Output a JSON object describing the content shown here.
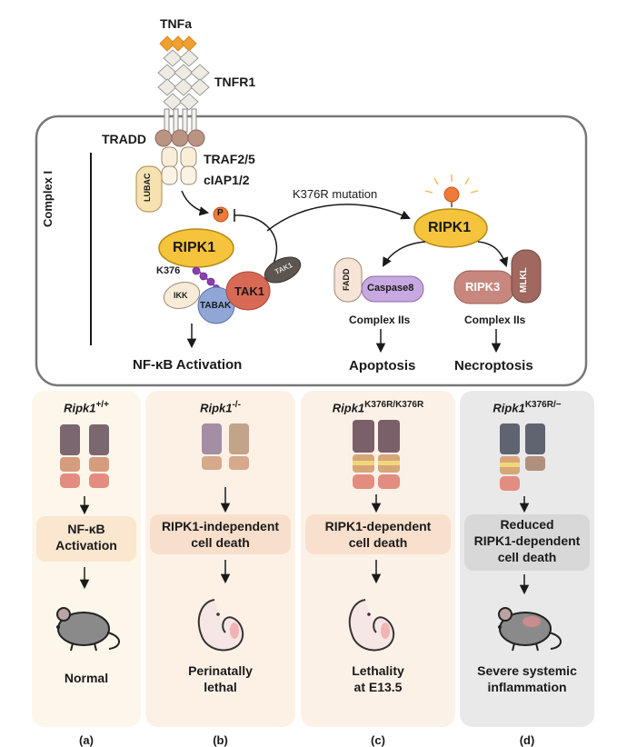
{
  "top": {
    "tnfa": "TNFa",
    "tnfr1": "TNFR1",
    "tradd": "TRADD",
    "traf": "TRAF2/5",
    "ciap": "cIAP1/2",
    "complex_i": "Complex I",
    "lubac": "LUBAC",
    "p_label": "P",
    "ripk1": "RIPK1",
    "k376": "K376",
    "ikk": "IKK",
    "tabak": "TABAK",
    "tak1": "TAK1",
    "tak1_small": "TAK1",
    "nfkb_activation": "NF-κB Activation",
    "mutation": "K376R mutation",
    "ripk1_right": "RIPK1",
    "fadd": "FADD",
    "caspase8": "Caspase8",
    "ripk3": "RIPK3",
    "mlkl": "MLKL",
    "complex_iia": "Complex IIs",
    "complex_iib": "Complex IIs",
    "apoptosis": "Apoptosis",
    "necroptosis": "Necroptosis"
  },
  "panels": [
    {
      "gene": "Ripk1",
      "genotype": "+/+",
      "mid_text": [
        "NF-κB",
        "Activation"
      ],
      "outcome": [
        "Normal"
      ],
      "letter": "(a)"
    },
    {
      "gene": "Ripk1",
      "genotype": "-/-",
      "mid_text": [
        "RIPK1-independent",
        "cell death"
      ],
      "outcome": [
        "Perinatally",
        "lethal"
      ],
      "letter": "(b)"
    },
    {
      "gene": "Ripk1",
      "genotype": "K376R/K376R",
      "mid_text": [
        "RIPK1-dependent",
        "cell death"
      ],
      "outcome": [
        "Lethality",
        "at E13.5"
      ],
      "letter": "(c)"
    },
    {
      "gene": "Ripk1",
      "genotype": "K376R/−",
      "mid_text": [
        "Reduced",
        "RIPK1-dependent",
        "cell death"
      ],
      "outcome": [
        "Severe systemic",
        "inflammation"
      ],
      "letter": "(d)"
    }
  ],
  "colors": {
    "orange": "#f0a030",
    "yellow": "#f6c33c",
    "purple": "#8a3fb0",
    "tak1_red": "#d86a55",
    "tabak_blue": "#8fa6d6",
    "panel_a_bg": "#fdf6ea",
    "panel_b_bg": "#fdf1e6",
    "panel_c_bg": "#fcf1e7",
    "panel_d_bg": "#e9e9e9"
  }
}
